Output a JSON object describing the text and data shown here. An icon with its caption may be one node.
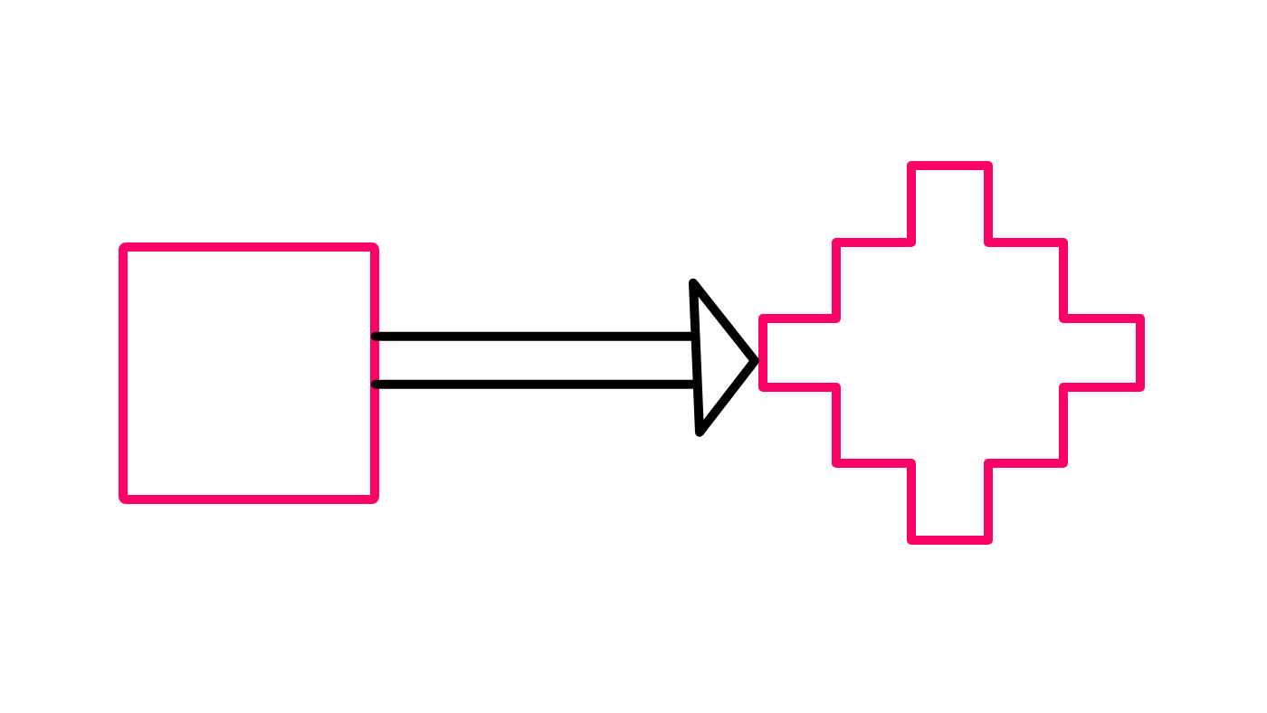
{
  "diagram": {
    "nodes": [
      {
        "text": [],
        "shape": "box"
      },
      {
        "text": [],
        "shape": "cross"
      }
    ],
    "edges": [
      {
        "from": 0,
        "to": 1,
        "arrow": "to"
      }
    ]
  }
}
